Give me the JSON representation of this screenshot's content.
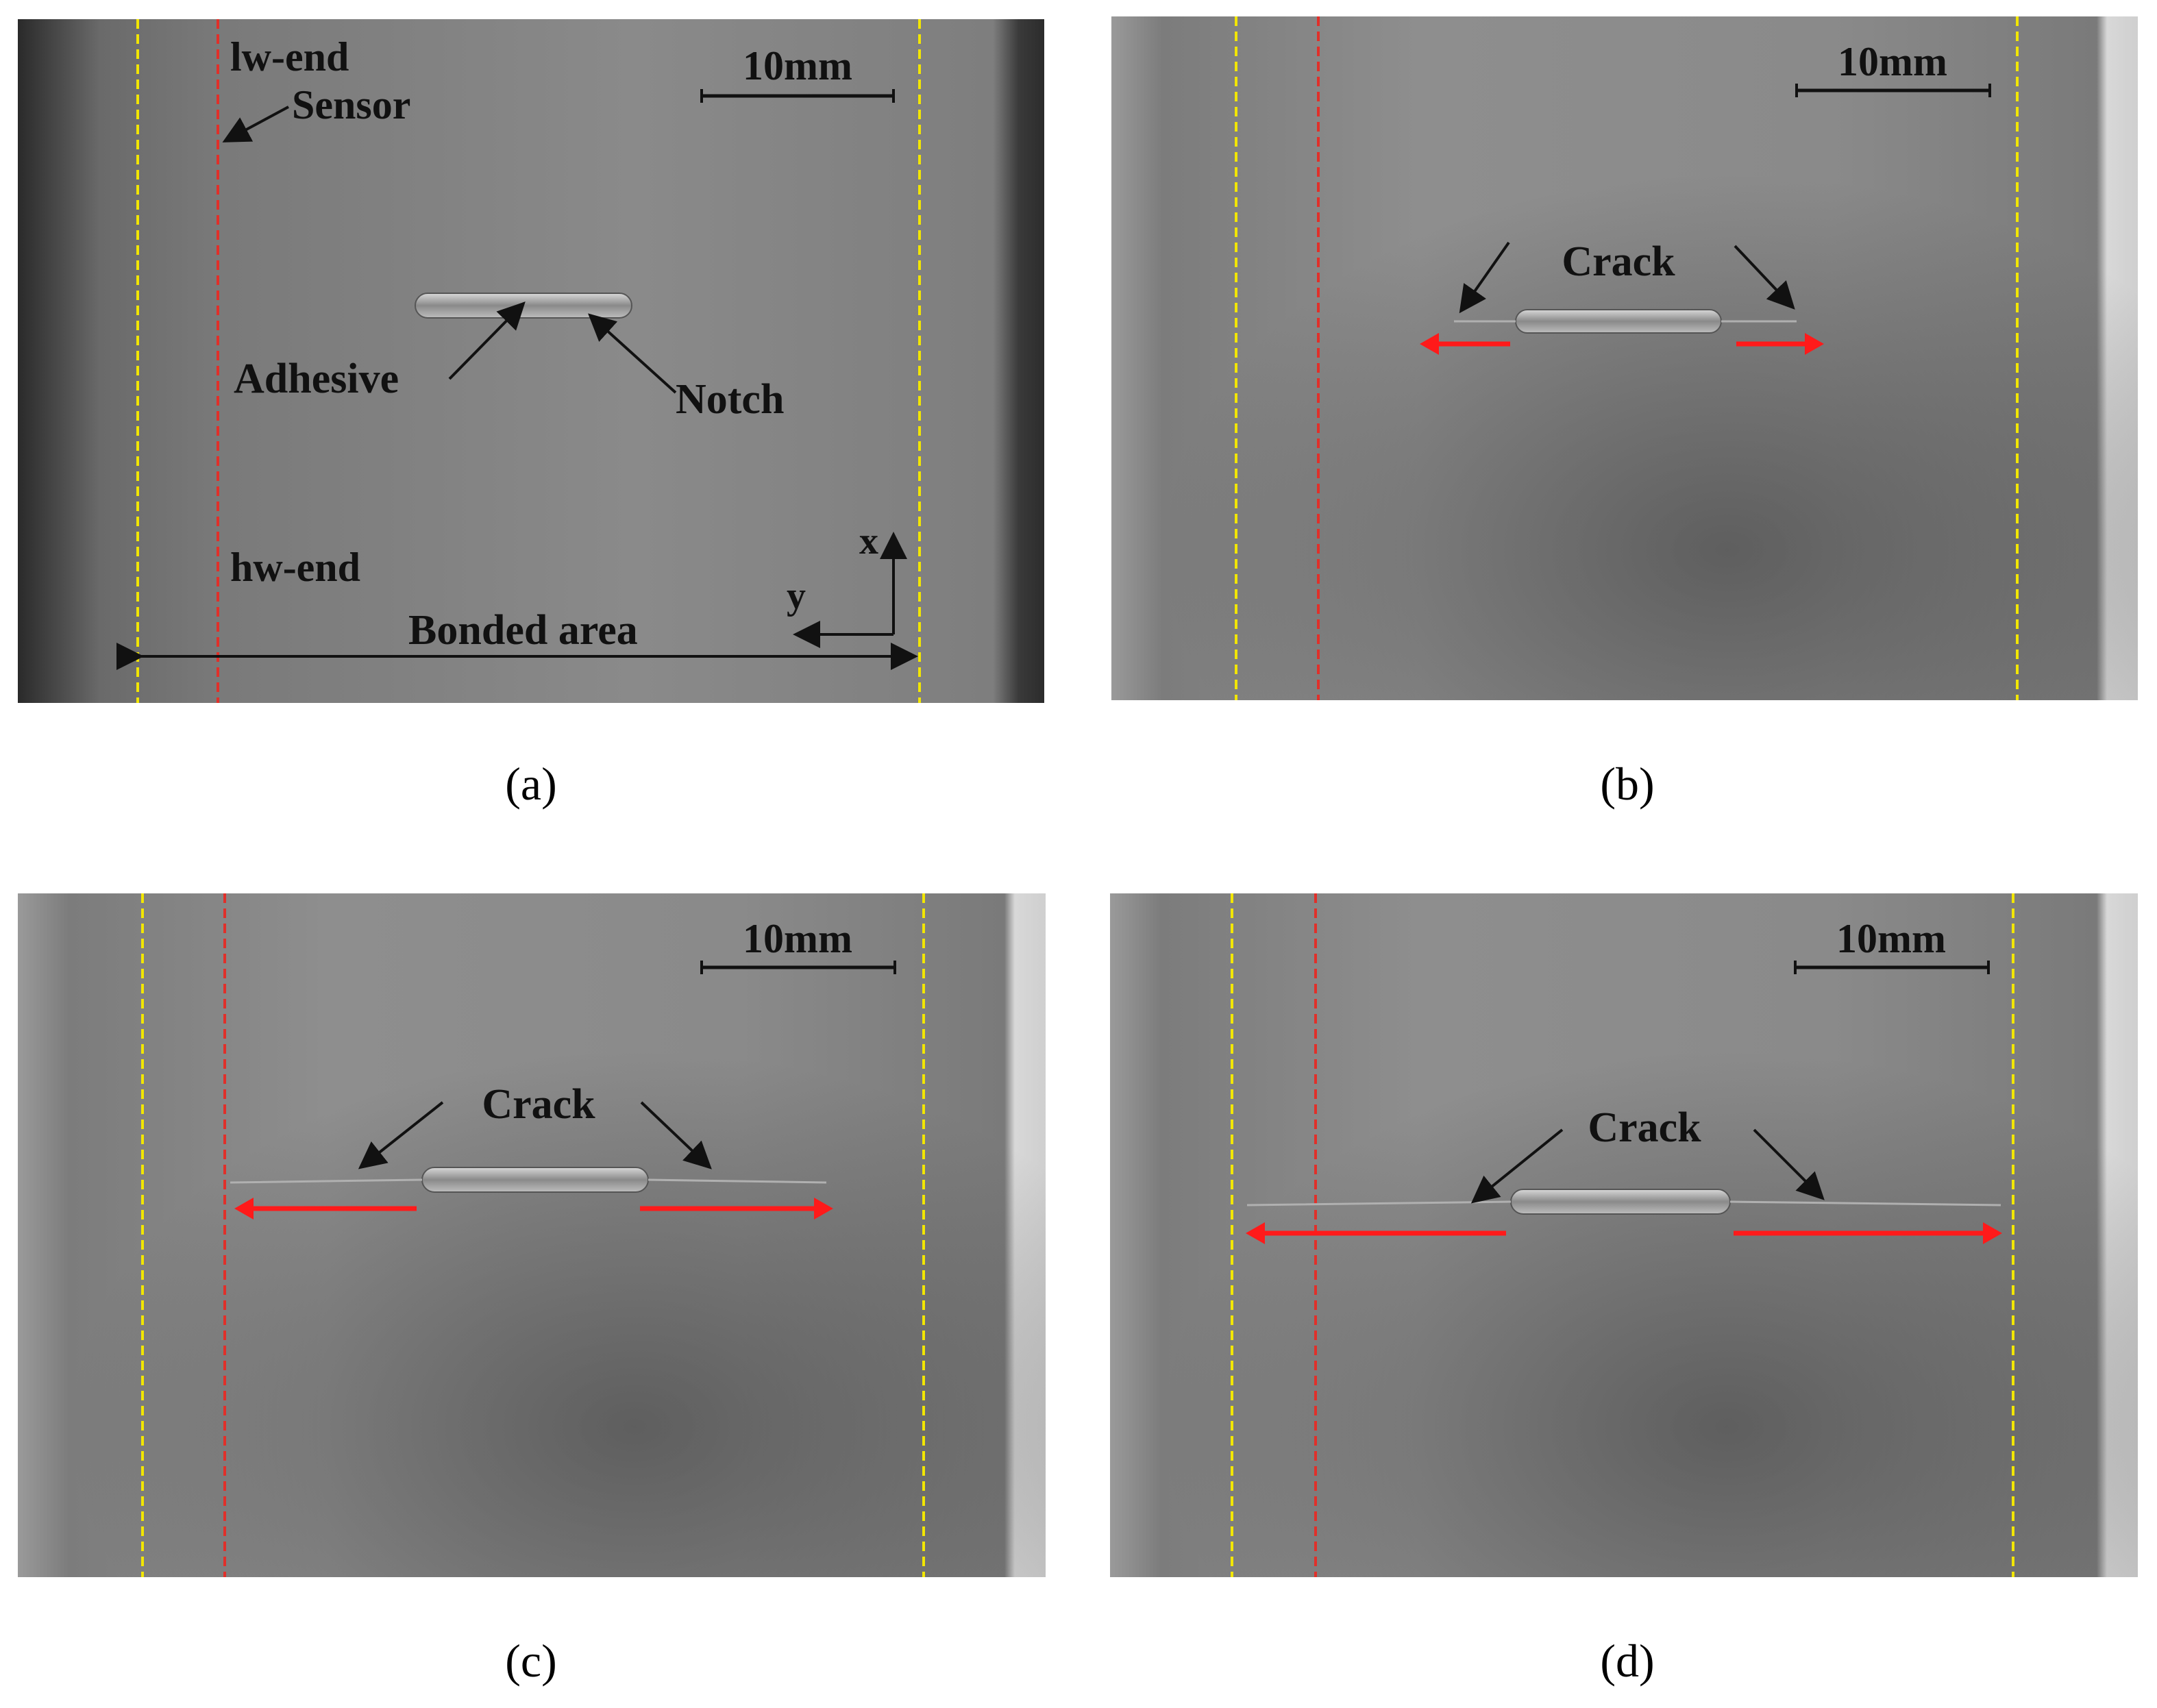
{
  "colors": {
    "dashed_left": "#f2e600",
    "dashed_sensor": "#e0302a",
    "crack_arrow": "#ff1a1a",
    "label": "#111111"
  },
  "panels": [
    {
      "caption": "(a)",
      "scale_bar": "10mm",
      "labels": {
        "top_end": "lw-end",
        "sensor": "Sensor",
        "adhesive": "Adhesive",
        "notch": "Notch",
        "bottom_end": "hw-end",
        "bonded_area": "Bonded area",
        "axis_x": "x",
        "axis_y": "y"
      }
    },
    {
      "caption": "(b)",
      "scale_bar": "10mm",
      "crack_label": "Crack"
    },
    {
      "caption": "(c)",
      "scale_bar": "10mm",
      "crack_label": "Crack"
    },
    {
      "caption": "(d)",
      "scale_bar": "10mm",
      "crack_label": "Crack"
    }
  ]
}
